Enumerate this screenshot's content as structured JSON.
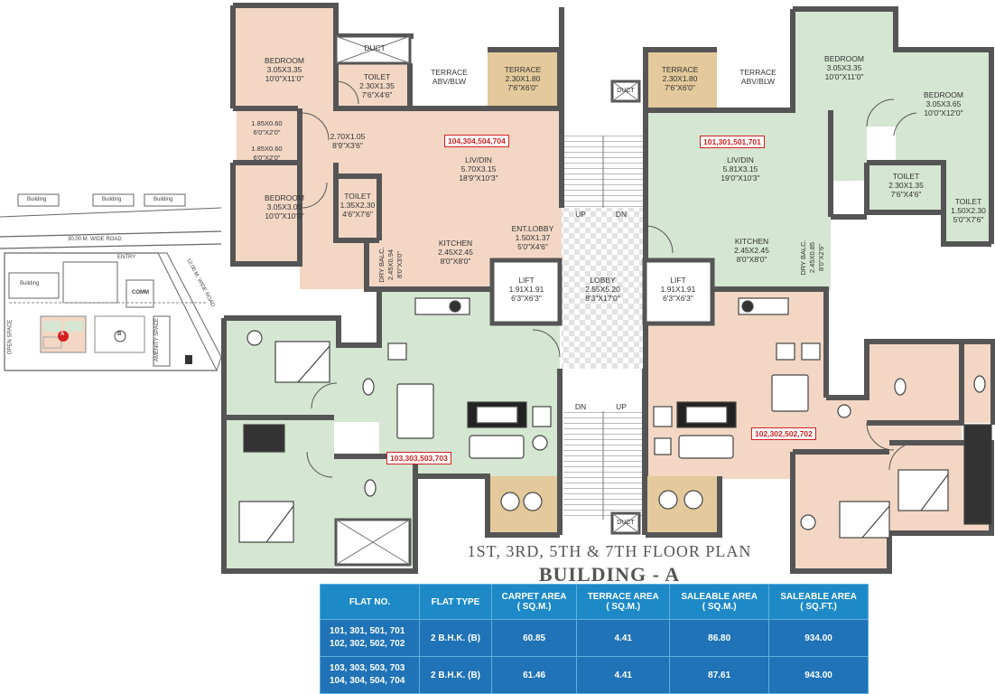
{
  "site_plan": {
    "buildings_top": [
      "Building",
      "Building",
      "Building"
    ],
    "road": "30.00 M. WIDE ROAD",
    "side_road": "12.00 M. WIDE ROAD",
    "entry": "ENTRY",
    "building_left": "Building",
    "comm": "COMM",
    "open_space": "OPEN SPACE",
    "marker_a": "A",
    "marker_b": "B",
    "amenity": "AMENITY SPACE"
  },
  "rooms": {
    "bedroom_tl": [
      "BEDROOM",
      "3.05X3.35",
      "10'0\"X11'0\""
    ],
    "toilet_tl": [
      "TOILET",
      "2.30X1.35",
      "7'6\"X4'6\""
    ],
    "duct_tl": "DUCT",
    "terrace_abv_l": [
      "TERRACE",
      "ABV/BLW"
    ],
    "terrace_l": [
      "TERRACE",
      "2.30X1.80",
      "7'6\"X6'0\""
    ],
    "passage_l1": [
      "1.85X0.60",
      "6'0\"X2'0\""
    ],
    "passage_l2": [
      "1.85X0.60",
      "6'0\"X2'0\""
    ],
    "passage_dim": [
      "2.70X1.05",
      "8'9\"X3'6\""
    ],
    "bedroom_ml": [
      "BEDROOM",
      "3.05X3.05",
      "10'0\"X10'0\""
    ],
    "toilet_ml": [
      "TOILET",
      "1.35X2.30",
      "4'6\"X7'6\""
    ],
    "livdin_l": [
      "LIV/DIN",
      "5.70X3.15",
      "18'9\"X10'3\""
    ],
    "kitchen_l": [
      "KITCHEN",
      "2.45X2.45",
      "8'0\"X8'0\""
    ],
    "drybalc_l": [
      "DRY BALC.",
      "2.45X0.94",
      "8'0\"X3'0\""
    ],
    "entlobby": [
      "ENT.LOBBY",
      "1.50X1.37",
      "5'0\"X4'6\""
    ],
    "lift_l": [
      "LIFT",
      "1.91X1.91",
      "6'3\"X6'3\""
    ],
    "lobby": [
      "LOBBY",
      "2.55X5.20",
      "8'3\"X17'0\""
    ],
    "lift_r": [
      "LIFT",
      "1.91X1.91",
      "6'3\"X6'3\""
    ],
    "up1": "UP",
    "dn1": "DN",
    "up2": "UP",
    "dn2": "DN",
    "terrace_r": [
      "TERRACE",
      "2.30X1.80",
      "7'6\"X6'0\""
    ],
    "terrace_abv_r": [
      "TERRACE",
      "ABV/BLW"
    ],
    "duct_r": "DUCT",
    "duct_bottom": "DUCT",
    "bedroom_tr": [
      "BEDROOM",
      "3.05X3.35",
      "10'0\"X11'0\""
    ],
    "bedroom_r2": [
      "BEDROOM",
      "3.05X3.65",
      "10'0\"X12'0\""
    ],
    "livdin_r": [
      "LIV/DIN",
      "5.81X3.15",
      "19'0\"X10'3\""
    ],
    "toilet_r1": [
      "TOILET",
      "2.30X1.35",
      "7'6\"X4'6\""
    ],
    "toilet_r2": [
      "TOILET",
      "1.50X2.30",
      "5'0\"X7'6\""
    ],
    "kitchen_r": [
      "KITCHEN",
      "2.45X2.45",
      "8'0\"X8'0\""
    ],
    "drybalc_r": [
      "DRY BALC.",
      "2.45X0.85",
      "8'0\"X2'6\""
    ]
  },
  "flat_labels": {
    "tl": "104,304,504,704",
    "tr": "101,301,501,701",
    "bl": "103,303,503,703",
    "br": "102,302,502,702"
  },
  "titles": {
    "floor": "1ST, 3RD, 5TH & 7TH FLOOR PLAN",
    "building": "BUILDING - A"
  },
  "table": {
    "headers": [
      [
        "FLAT NO.",
        ""
      ],
      [
        "FLAT TYPE",
        ""
      ],
      [
        "CARPET AREA",
        "( SQ.M.)"
      ],
      [
        "TERRACE AREA",
        "( SQ.M.)"
      ],
      [
        "SALEABLE AREA",
        "( SQ.M.)"
      ],
      [
        "SALEABLE AREA",
        "( SQ.FT.)"
      ]
    ],
    "rows": [
      {
        "flats1": "101, 301, 501, 701",
        "flats2": "102, 302, 502, 702",
        "type": "2 B.H.K. (B)",
        "carpet": "60.85",
        "terrace": "4.41",
        "saleable_sqm": "86.80",
        "saleable_sqft": "934.00"
      },
      {
        "flats1": "103, 303, 503, 703",
        "flats2": "104, 304, 504, 704",
        "type": "2 B.H.K. (B)",
        "carpet": "61.46",
        "terrace": "4.41",
        "saleable_sqm": "87.61",
        "saleable_sqft": "943.00"
      }
    ]
  },
  "colors": {
    "peach": "#f3d7c4",
    "green": "#d5e6d2",
    "terrace": "#e3c99b",
    "wall": "#555555",
    "table_header": "#1d8ac7",
    "table_body": "#1f73b6"
  }
}
